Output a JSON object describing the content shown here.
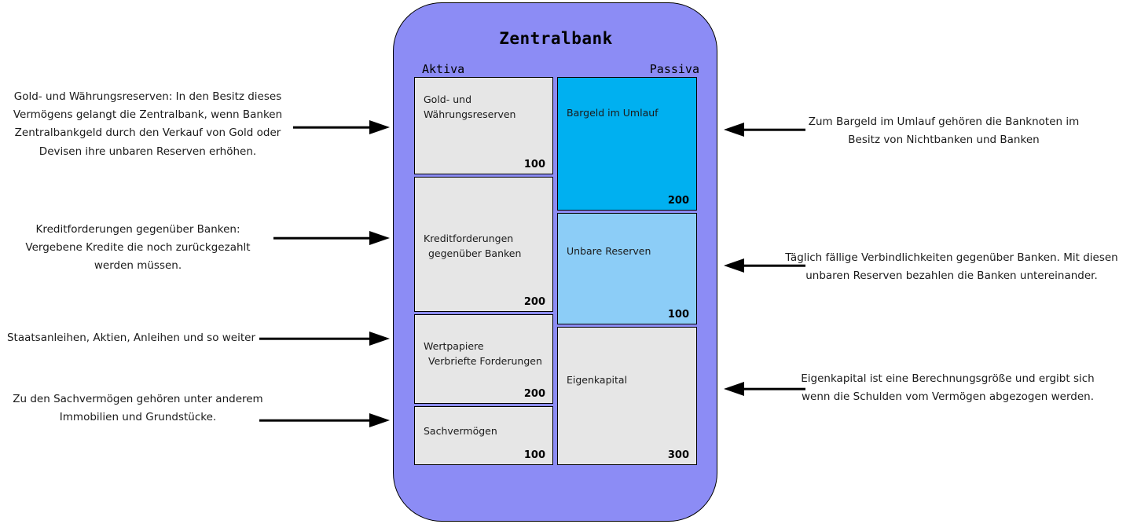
{
  "diagram": {
    "title": "Zentralbank",
    "container_color": "#8c8cf5",
    "headers": {
      "assets": "Aktiva",
      "liabilities": "Passiva"
    }
  },
  "balance_sheet": {
    "assets": [
      {
        "label": "Gold- und Währungsreserven",
        "value": "100",
        "color": "#e6e6e6"
      },
      {
        "label_line1": "Kreditforderungen",
        "label_line2": "gegenüber Banken",
        "value": "200",
        "color": "#e6e6e6"
      },
      {
        "label_line1": "Wertpapiere",
        "label_line2": "Verbriefte Forderungen",
        "value": "200",
        "color": "#e6e6e6"
      },
      {
        "label": "Sachvermögen",
        "value": "100",
        "color": "#e6e6e6"
      }
    ],
    "liabilities": [
      {
        "label": "Bargeld im Umlauf",
        "value": "200",
        "color": "#00b0f0"
      },
      {
        "label": "Unbare Reserven",
        "value": "100",
        "color": "#8ccdf7"
      },
      {
        "label": "Eigenkapital",
        "value": "300",
        "color": "#e6e6e6"
      }
    ]
  },
  "annotations": {
    "left": [
      {
        "text": "Gold- und Währungsreserven: In den Besitz dieses Vermögens gelangt die Zentralbank, wenn Banken Zentralbankgeld durch den Verkauf von Gold oder Devisen ihre unbaren Reserven erhöhen."
      },
      {
        "text": "Kreditforderungen gegenüber Banken: Vergebene Kredite die noch zurückgezahlt werden müssen."
      },
      {
        "text": "Staatsanleihen, Aktien, Anleihen und so weiter"
      },
      {
        "text": "Zu den Sachvermögen gehören unter anderem Immobilien und Grundstücke."
      }
    ],
    "right": [
      {
        "text": "Zum Bargeld im Umlauf gehören die Banknoten im Besitz von Nichtbanken und Banken"
      },
      {
        "text": "Täglich fällige Verbindlichkeiten gegenüber Banken. Mit diesen unbaren Reserven bezahlen die Banken untereinander."
      },
      {
        "text": "Eigenkapital ist eine Berechnungsgröße und ergibt sich wenn die Schulden vom Vermögen abgezogen werden."
      }
    ]
  },
  "arrows": {
    "direction_left_group": "arrow-right",
    "direction_right_group": "arrow-left"
  }
}
